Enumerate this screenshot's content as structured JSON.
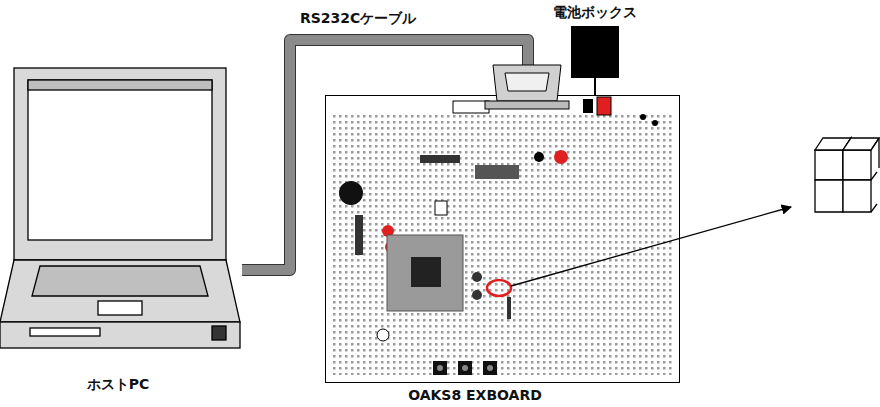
{
  "diagram": {
    "nodes": [
      {
        "text": [
          "ホストPC"
        ]
      },
      {
        "text": [
          "OAKS8 EXBOARD"
        ]
      },
      {
        "text": [
          "電池ボックス"
        ]
      }
    ],
    "edges": [
      {
        "from": 0,
        "to": 1,
        "label": "RS232Cケーブル",
        "arrow": "none"
      },
      {
        "from": 2,
        "to": 1,
        "arrow": "none"
      }
    ]
  }
}
